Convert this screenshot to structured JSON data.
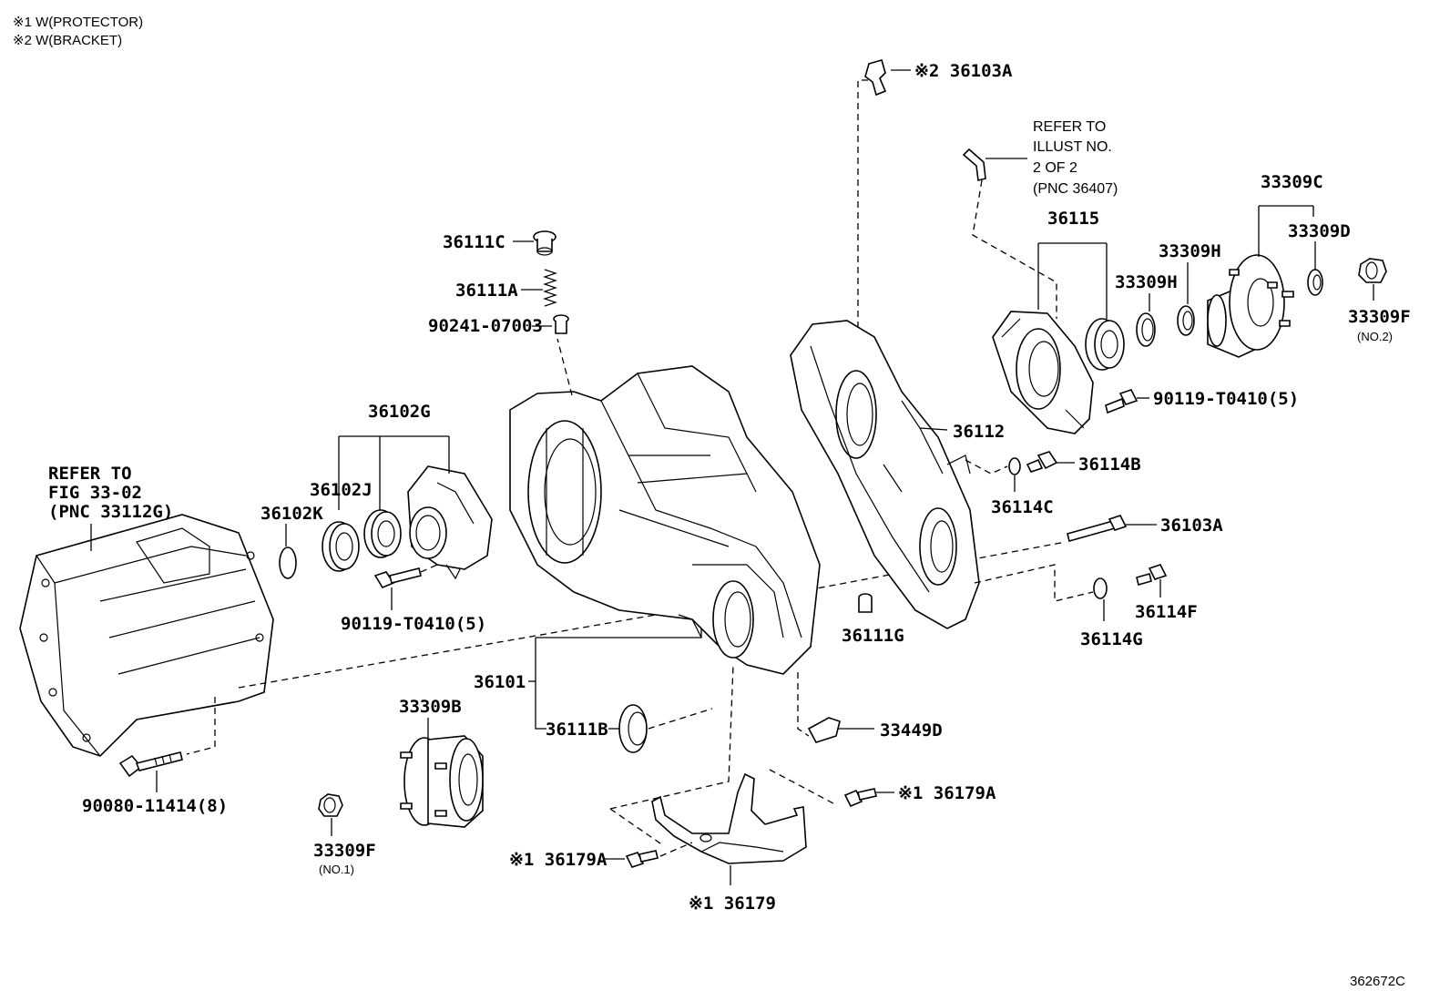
{
  "notes": {
    "note1": "※1 W(PROTECTOR)",
    "note2": "※2 W(BRACKET)"
  },
  "figure_id": "362672C",
  "refer_illust": [
    "REFER TO",
    "ILLUST NO.",
    "2 OF 2",
    "(PNC 36407)"
  ],
  "refer_fig": [
    "REFER TO",
    "FIG 33-02",
    "(PNC 33112G)"
  ],
  "labels": {
    "p36103A_top": "※2 36103A",
    "p36111C": "36111C",
    "p36111A": "36111A",
    "p90241": "90241-07003",
    "p36102G": "36102G",
    "p36102J": "36102J",
    "p36102K": "36102K",
    "p90119_left": "90119-T0410(5)",
    "p36115": "36115",
    "p33309C": "33309C",
    "p33309D": "33309D",
    "p33309H_a": "33309H",
    "p33309H_b": "33309H",
    "p33309F_right": "33309F",
    "p33309F_right_sub": "(NO.2)",
    "p90119_right": "90119-T0410(5)",
    "p36112": "36112",
    "p36114B": "36114B",
    "p36114C": "36114C",
    "p36103A_mid": "36103A",
    "p36114F": "36114F",
    "p36114G": "36114G",
    "p36111G": "36111G",
    "p36101": "36101",
    "p36111B": "36111B",
    "p33449D": "33449D",
    "p33309B": "33309B",
    "p90080": "90080-11414(8)",
    "p33309F_left": "33309F",
    "p33309F_left_sub": "(NO.1)",
    "p36179A_right": "※1 36179A",
    "p36179A_left": "※1 36179A",
    "p36179": "※1 36179"
  }
}
